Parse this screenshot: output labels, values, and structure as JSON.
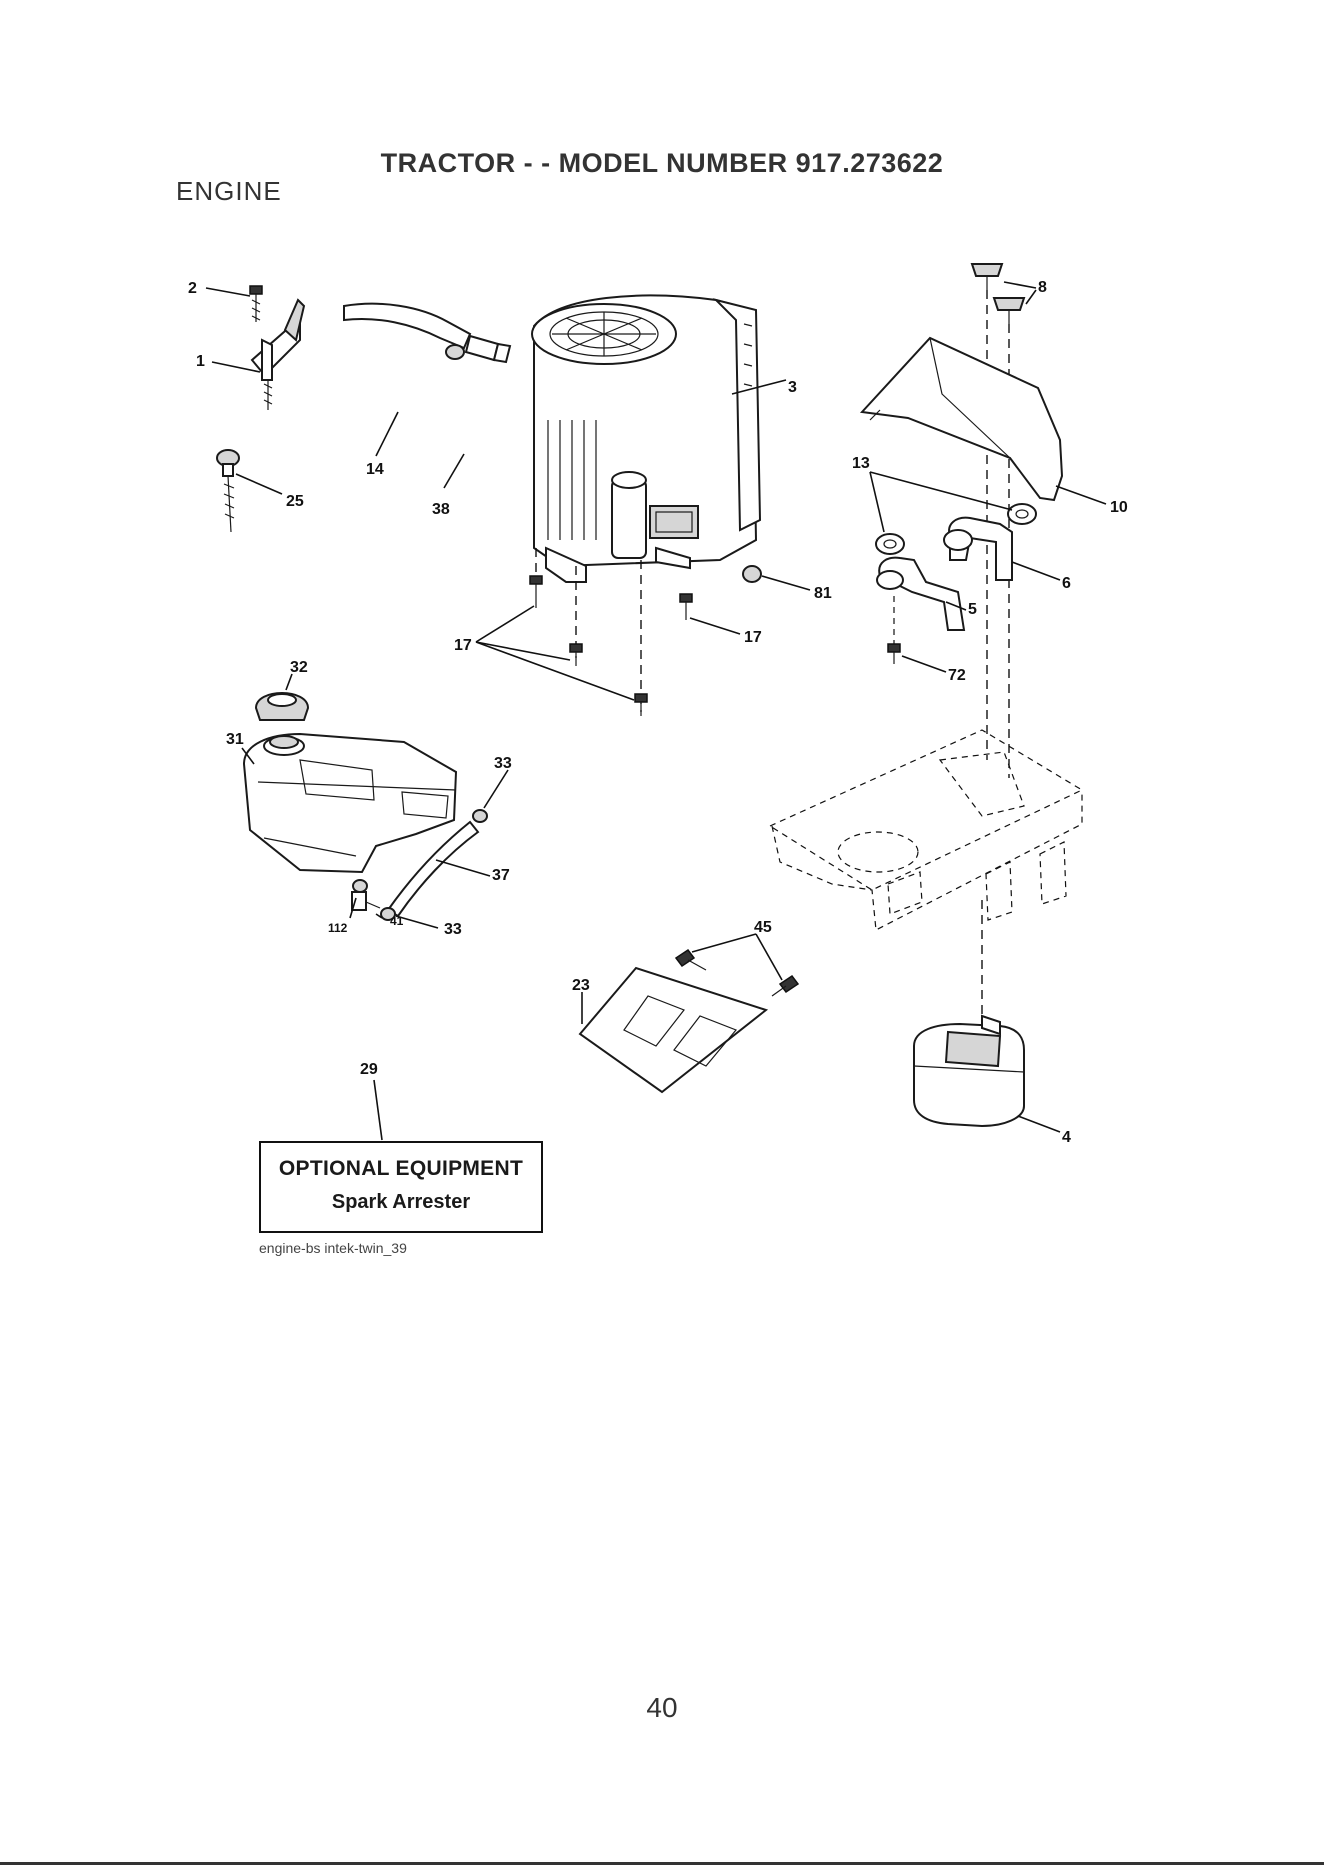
{
  "header": {
    "title": "TRACTOR - - MODEL NUMBER 917.273622",
    "section": "ENGINE"
  },
  "callouts": {
    "c1": "1",
    "c2": "2",
    "c3": "3",
    "c4": "4",
    "c5": "5",
    "c6": "6",
    "c8": "8",
    "c10": "10",
    "c13": "13",
    "c14": "14",
    "c17a": "17",
    "c17b": "17",
    "c23": "23",
    "c25": "25",
    "c29": "29",
    "c31": "31",
    "c32": "32",
    "c33a": "33",
    "c33b": "33",
    "c37": "37",
    "c38": "38",
    "c41": "41",
    "c45": "45",
    "c72": "72",
    "c81": "81",
    "c112": "112"
  },
  "optional_equipment": {
    "heading": "OPTIONAL EQUIPMENT",
    "item": "Spark Arrester"
  },
  "footnote": "engine-bs intek-twin_39",
  "page_number": "40"
}
